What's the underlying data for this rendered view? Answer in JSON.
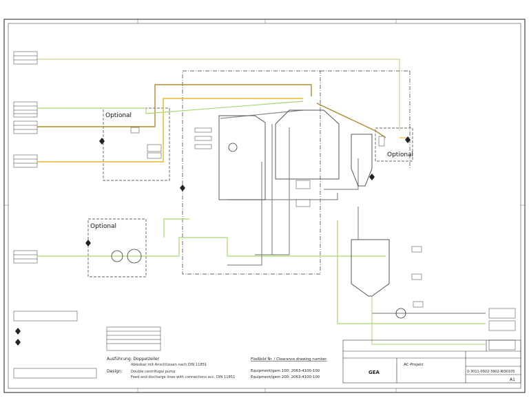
{
  "optional_labels": [
    "Optional",
    "Optional",
    "Optional"
  ],
  "drawing": {
    "title_de": "Ausführung: Doppelzeiler",
    "title_de_2": "Ablesbar mit Anschlüssen nach DIN 11851",
    "design_label": "Design:",
    "design_line_1": "Double centrifugal pump",
    "design_line_2": "Feed and discharge lines with connections acc. DIN 11851",
    "note_header": "Fließbild Nr. / Clearance drawing number",
    "number_1": "Equipment/gem 100:  2063-4100-100",
    "number_2": "Equipment/gem 200:  2063-4100-100",
    "company": "GEA",
    "company_sub": "AC-Projekt",
    "drawing_no": "0-3011-0922-3902-RI30105",
    "sheet": "A1"
  },
  "colors": {
    "water": "#a6d66e",
    "steam": "#e9b92c",
    "product": "#b08a2e",
    "gray_line": "#8a8a8a",
    "frame": "#222222"
  }
}
